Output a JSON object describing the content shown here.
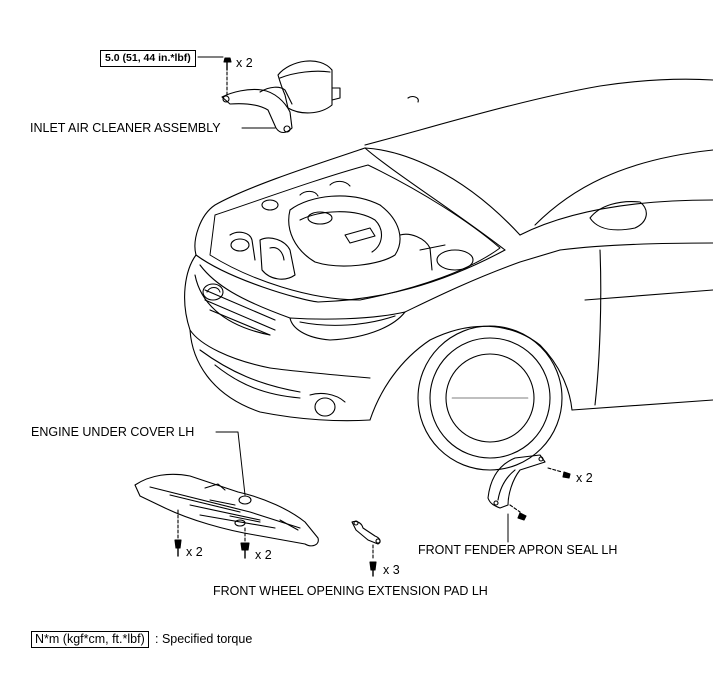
{
  "torque_spec": "5.0 (51, 44 in.*lbf)",
  "labels": {
    "inlet_air_cleaner": "INLET AIR CLEANER ASSEMBLY",
    "engine_under_cover": "ENGINE UNDER COVER LH",
    "front_fender_apron_seal": "FRONT FENDER APRON SEAL LH",
    "front_wheel_opening_pad": "FRONT WHEEL OPENING EXTENSION PAD LH"
  },
  "quantities": {
    "air_cleaner_bolts": "x 2",
    "under_cover_screws": "x 2",
    "under_cover_bolts": "x 2",
    "pad_clips": "x 3",
    "apron_seal_screws": "x 2"
  },
  "legend": {
    "unit_box": "N*m (kgf*cm, ft.*lbf)",
    "text": ": Specified torque"
  }
}
